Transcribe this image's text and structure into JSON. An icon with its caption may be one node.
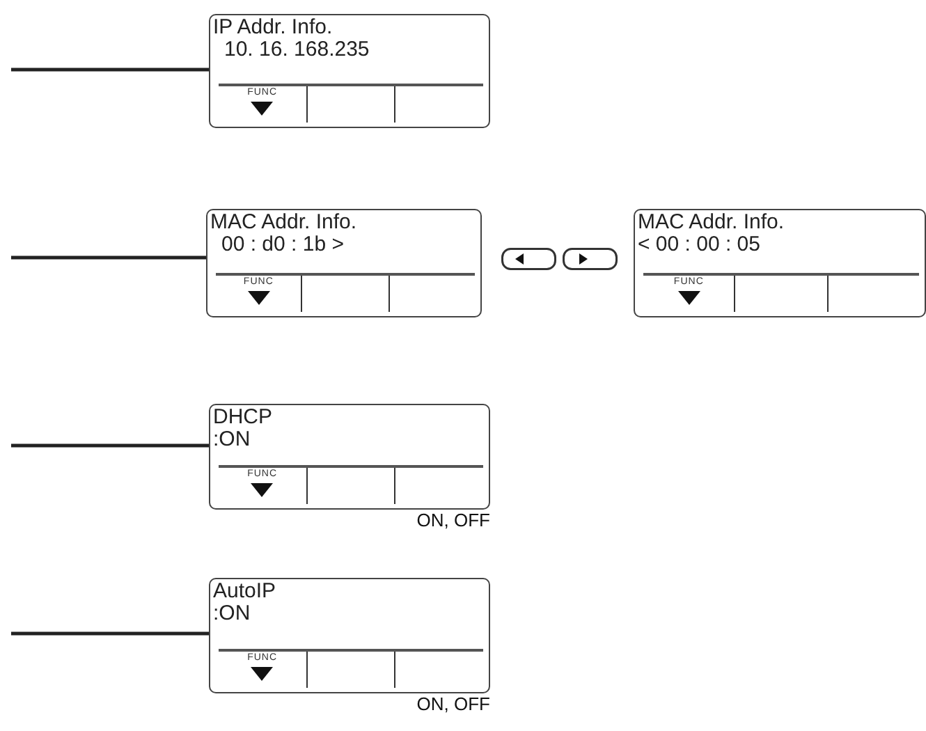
{
  "diagram": {
    "nodes": [
      {
        "text": [
          "IP Addr. Info.",
          "10. 16. 168.235",
          "FUNC"
        ]
      },
      {
        "text": [
          "MAC Addr. Info.",
          "00 : d0 : 1b >",
          "FUNC"
        ]
      },
      {
        "text": [
          "MAC Addr. Info.",
          "< 00 : 00 : 05",
          "FUNC"
        ]
      },
      {
        "text": [
          "DHCP",
          ":ON",
          "FUNC"
        ],
        "beside": [
          "ON, OFF"
        ]
      },
      {
        "text": [
          "AutoIP",
          ":ON",
          "FUNC"
        ],
        "beside": [
          "ON, OFF"
        ]
      }
    ],
    "edges": [
      {
        "from": null,
        "to": 0,
        "arrow": "none"
      },
      {
        "from": null,
        "to": 1,
        "arrow": "none"
      },
      {
        "from": null,
        "to": 3,
        "arrow": "none"
      },
      {
        "from": null,
        "to": 4,
        "arrow": "none"
      }
    ]
  }
}
